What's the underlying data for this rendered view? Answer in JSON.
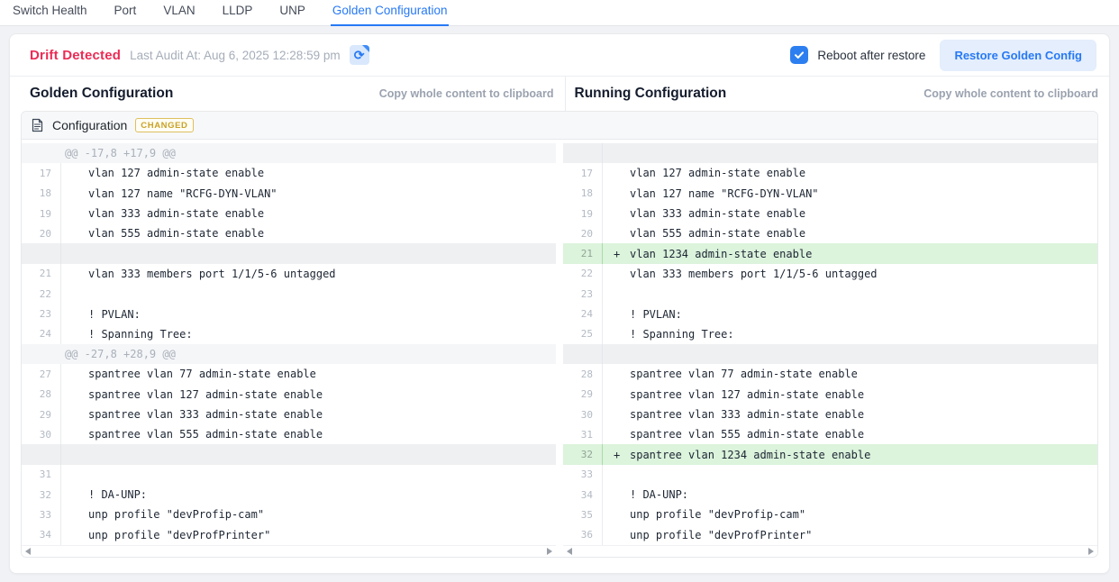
{
  "tabs": {
    "items": [
      {
        "label": "Switch Health",
        "active": false
      },
      {
        "label": "Port",
        "active": false
      },
      {
        "label": "VLAN",
        "active": false
      },
      {
        "label": "LLDP",
        "active": false
      },
      {
        "label": "UNP",
        "active": false
      },
      {
        "label": "Golden Configuration",
        "active": true
      }
    ]
  },
  "audit_bar": {
    "status": "Drift Detected",
    "last_audit": "Last Audit At: Aug 6, 2025 12:28:59 pm",
    "sync_icon": "file-sync-icon",
    "reboot_label": "Reboot after restore",
    "reboot_checked": true,
    "restore_button": "Restore Golden Config"
  },
  "columns": {
    "left": {
      "title": "Golden Configuration",
      "copy_label": "Copy whole content to clipboard"
    },
    "right": {
      "title": "Running Configuration",
      "copy_label": "Copy whole content to clipboard"
    }
  },
  "section": {
    "title": "Configuration",
    "badge": "CHANGED",
    "icon": "document-icon"
  },
  "colors": {
    "accent_blue": "#2779f5",
    "drift_red": "#ec2b55",
    "added_green_bg": "#dcf3dc",
    "badge_gold": "#c9a227"
  },
  "diff": {
    "left_rows": [
      {
        "type": "hunk",
        "text": "@@ -17,8 +17,9 @@"
      },
      {
        "type": "line",
        "num": 17,
        "text": "vlan 127 admin-state enable"
      },
      {
        "type": "line",
        "num": 18,
        "text": "vlan 127 name \"RCFG-DYN-VLAN\""
      },
      {
        "type": "line",
        "num": 19,
        "text": "vlan 333 admin-state enable"
      },
      {
        "type": "line",
        "num": 20,
        "text": "vlan 555 admin-state enable"
      },
      {
        "type": "filler"
      },
      {
        "type": "line",
        "num": 21,
        "text": "vlan 333 members port 1/1/5-6 untagged"
      },
      {
        "type": "line",
        "num": 22,
        "text": ""
      },
      {
        "type": "line",
        "num": 23,
        "text": "! PVLAN:"
      },
      {
        "type": "line",
        "num": 24,
        "text": "! Spanning Tree:"
      },
      {
        "type": "hunk",
        "text": "@@ -27,8 +28,9 @@"
      },
      {
        "type": "line",
        "num": 27,
        "text": "spantree vlan 77 admin-state enable"
      },
      {
        "type": "line",
        "num": 28,
        "text": "spantree vlan 127 admin-state enable"
      },
      {
        "type": "line",
        "num": 29,
        "text": "spantree vlan 333 admin-state enable"
      },
      {
        "type": "line",
        "num": 30,
        "text": "spantree vlan 555 admin-state enable"
      },
      {
        "type": "filler"
      },
      {
        "type": "line",
        "num": 31,
        "text": ""
      },
      {
        "type": "line",
        "num": 32,
        "text": "! DA-UNP:"
      },
      {
        "type": "line",
        "num": 33,
        "text": "unp profile \"devProfip-cam\""
      },
      {
        "type": "line",
        "num": 34,
        "text": "unp profile \"devProfPrinter\""
      }
    ],
    "right_rows": [
      {
        "type": "filler"
      },
      {
        "type": "line",
        "num": 17,
        "text": "vlan 127 admin-state enable"
      },
      {
        "type": "line",
        "num": 18,
        "text": "vlan 127 name \"RCFG-DYN-VLAN\""
      },
      {
        "type": "line",
        "num": 19,
        "text": "vlan 333 admin-state enable"
      },
      {
        "type": "line",
        "num": 20,
        "text": "vlan 555 admin-state enable"
      },
      {
        "type": "added",
        "num": 21,
        "text": "vlan 1234 admin-state enable"
      },
      {
        "type": "line",
        "num": 22,
        "text": "vlan 333 members port 1/1/5-6 untagged"
      },
      {
        "type": "line",
        "num": 23,
        "text": ""
      },
      {
        "type": "line",
        "num": 24,
        "text": "! PVLAN:"
      },
      {
        "type": "line",
        "num": 25,
        "text": "! Spanning Tree:"
      },
      {
        "type": "filler"
      },
      {
        "type": "line",
        "num": 28,
        "text": "spantree vlan 77 admin-state enable"
      },
      {
        "type": "line",
        "num": 29,
        "text": "spantree vlan 127 admin-state enable"
      },
      {
        "type": "line",
        "num": 30,
        "text": "spantree vlan 333 admin-state enable"
      },
      {
        "type": "line",
        "num": 31,
        "text": "spantree vlan 555 admin-state enable"
      },
      {
        "type": "added",
        "num": 32,
        "text": "spantree vlan 1234 admin-state enable"
      },
      {
        "type": "line",
        "num": 33,
        "text": ""
      },
      {
        "type": "line",
        "num": 34,
        "text": "! DA-UNP:"
      },
      {
        "type": "line",
        "num": 35,
        "text": "unp profile \"devProfip-cam\""
      },
      {
        "type": "line",
        "num": 36,
        "text": "unp profile \"devProfPrinter\""
      }
    ]
  }
}
